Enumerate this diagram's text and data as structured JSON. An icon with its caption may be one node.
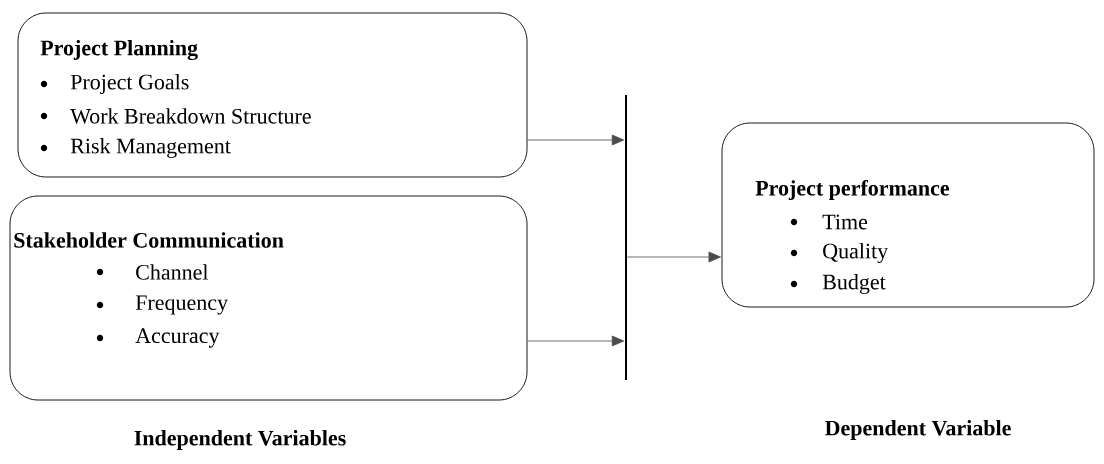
{
  "diagram": {
    "nodes": [
      {
        "text": [
          "Project Planning",
          "Project Goals",
          "Work Breakdown Structure",
          "Risk Management"
        ]
      },
      {
        "text": [
          "Stakeholder Communication",
          "Channel",
          "Frequency",
          "Accuracy"
        ]
      },
      {
        "text": [],
        "shape": "bar"
      },
      {
        "text": [
          "Project performance",
          "Time",
          "Quality",
          "Budget"
        ]
      }
    ],
    "edges": [
      {
        "from": 0,
        "to": 2,
        "arrow": "to"
      },
      {
        "from": 1,
        "to": 2,
        "arrow": "to"
      },
      {
        "from": 2,
        "to": 3,
        "arrow": "to"
      }
    ],
    "labels": [
      "Independent Variables",
      "Dependent Variable"
    ]
  }
}
